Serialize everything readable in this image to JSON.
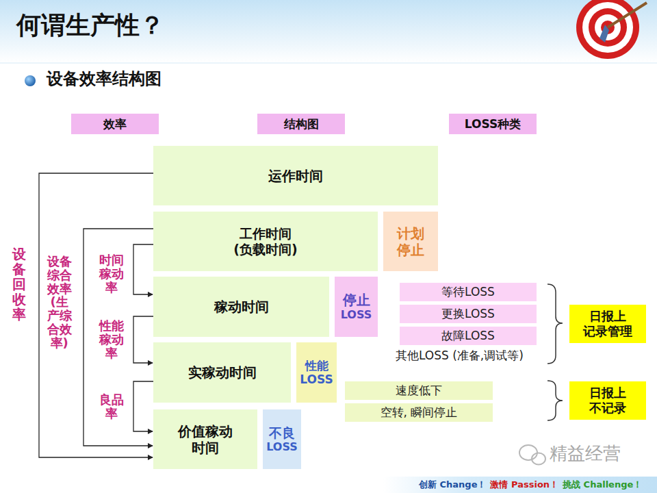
{
  "diagram": {
    "title": "何谓生产性？",
    "nodes": [
      {
        "text": [
          "效率"
        ]
      },
      {
        "text": [
          "结构图"
        ]
      },
      {
        "text": [
          "LOSS种类"
        ]
      },
      {
        "text": [
          "运作时间"
        ]
      },
      {
        "text": [
          "工作时间 (负载时间)"
        ]
      },
      {
        "text": [
          "计划 停止"
        ]
      },
      {
        "text": [
          "稼动时间"
        ]
      },
      {
        "text": [
          "停止",
          "LOSS"
        ]
      },
      {
        "text": [
          "等待LOSS"
        ]
      },
      {
        "text": [
          "更换LOSS"
        ]
      },
      {
        "text": [
          "故障LOSS"
        ]
      },
      {
        "text": [
          "日报上 记录管理"
        ]
      },
      {
        "text": [
          "实稼动时间"
        ]
      },
      {
        "text": [
          "性能 LOSS"
        ]
      },
      {
        "text": [
          "速度低下"
        ]
      },
      {
        "text": [
          "空转, 瞬间停止"
        ]
      },
      {
        "text": [
          "日报上 不记录"
        ]
      },
      {
        "text": [
          "价值稼动 时间"
        ]
      },
      {
        "text": [
          "不良",
          "LOSS"
        ]
      }
    ],
    "edges": [
      {
        "from": 3,
        "to": 17,
        "arrow": "to"
      },
      {
        "from": 4,
        "to": 17,
        "arrow": "to"
      },
      {
        "from": 4,
        "to": 6,
        "arrow": "to"
      },
      {
        "from": 6,
        "to": 12,
        "arrow": "to"
      },
      {
        "from": 12,
        "to": 17,
        "arrow": "to"
      }
    ],
    "labels": [
      "设备效率结构图",
      "设备回收率",
      "设备综合效率(生产综合效率)",
      "时间稼动率",
      "性能稼动率",
      "良品率",
      "其他LOSS (准备,调试等)",
      "精益经营",
      "创新 Change！",
      "激情 Passion！",
      "挑战 Challenge！"
    ]
  }
}
